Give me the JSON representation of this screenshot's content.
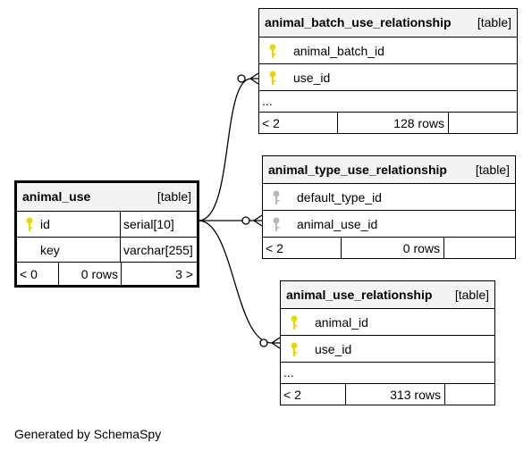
{
  "tables": {
    "animal_batch_use_relationship": {
      "name": "animal_batch_use_relationship",
      "kind": "[table]",
      "columns": [
        "animal_batch_id",
        "use_id"
      ],
      "more": "...",
      "parents": "< 2",
      "rows": "128 rows"
    },
    "animal_type_use_relationship": {
      "name": "animal_type_use_relationship",
      "kind": "[table]",
      "columns": [
        "default_type_id",
        "animal_use_id"
      ],
      "parents": "< 2",
      "rows": "0 rows"
    },
    "animal_use": {
      "name": "animal_use",
      "kind": "[table]",
      "columns": [
        {
          "name": "id",
          "type": "serial[10]"
        },
        {
          "name": "key",
          "type": "varchar[255]"
        }
      ],
      "parents": "< 0",
      "rows": "0 rows",
      "children": "3 >"
    },
    "animal_use_relationship": {
      "name": "animal_use_relationship",
      "kind": "[table]",
      "columns": [
        "animal_id",
        "use_id"
      ],
      "more": "...",
      "parents": "< 2",
      "rows": "313 rows"
    }
  },
  "colors": {
    "primary_key": "#e6d800",
    "foreign_key": "#b8b8b8",
    "header_bg": "#f3f3f3"
  },
  "footer": "Generated by SchemaSpy"
}
